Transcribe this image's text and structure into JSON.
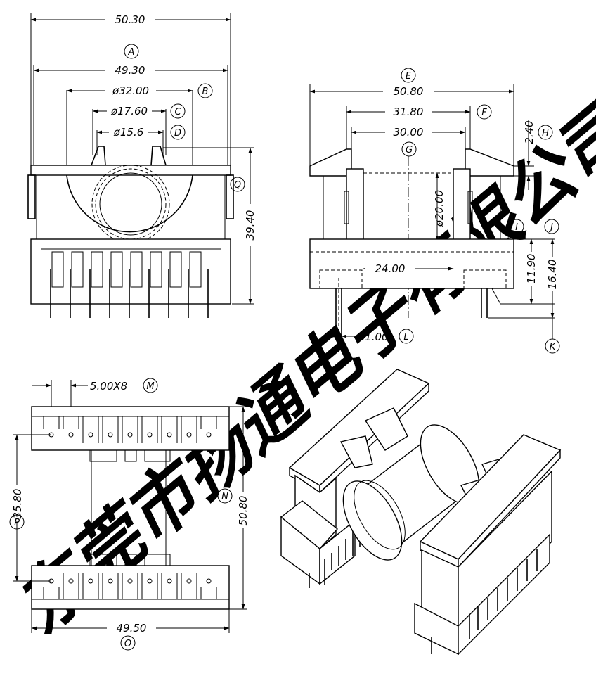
{
  "watermark": {
    "text": "东莞市扬通电子有限公司",
    "color": "#d9d9d9"
  },
  "front_view": {
    "dims": {
      "overall_width": "50.30",
      "flange_width": "49.30",
      "outer_diameter": "ø32.00",
      "mid_diameter": "ø17.60",
      "inner_diameter": "ø15.6",
      "height": "39.40"
    },
    "labels": {
      "A": "A",
      "B": "B",
      "C": "C",
      "D": "D",
      "Q": "Q"
    }
  },
  "side_view": {
    "dims": {
      "overall_length": "50.80",
      "flange_span": "31.80",
      "winding_width": "30.00",
      "tab_height": "2.40",
      "core_diameter": "ø20.00",
      "base_span": "24.00",
      "base_height": "11.90",
      "total_height": "16.40",
      "pin_diameter": "ø1.00"
    },
    "labels": {
      "E": "E",
      "F": "F",
      "G": "G",
      "H": "H",
      "I": "I",
      "J": "J",
      "K": "K",
      "L": "L"
    }
  },
  "bottom_view": {
    "dims": {
      "pin_pitch": "5.00X8",
      "pin_row_distance": "35.80",
      "overall_length": "50.80",
      "overall_width": "49.50"
    },
    "labels": {
      "M": "M",
      "N": "N",
      "O": "O",
      "P": "P"
    }
  }
}
